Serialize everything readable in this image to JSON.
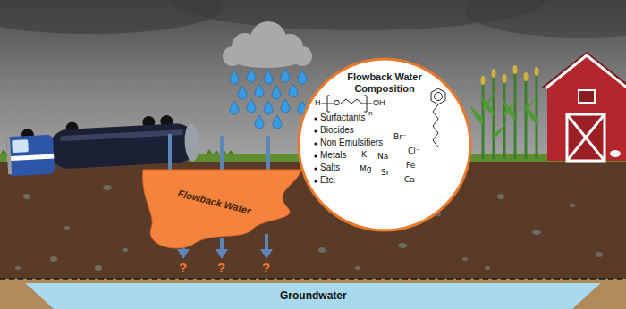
{
  "diagram": {
    "nodes": [
      {
        "text": [
          "Flowback Water Composition",
          "H",
          "O",
          "OH",
          "n",
          "Surfactants",
          "Biocides",
          "Non Emulsifiers",
          "Metals",
          "Salts",
          "Etc.",
          "Br⁻",
          "K",
          "Na",
          "Cl⁻",
          "Mg",
          "Fe",
          "Sr",
          "Ca"
        ]
      },
      {
        "text": [
          "Flowback Water"
        ]
      },
      {
        "text": [
          "Groundwater"
        ]
      }
    ],
    "labels": [
      "?",
      "?",
      "?"
    ]
  }
}
